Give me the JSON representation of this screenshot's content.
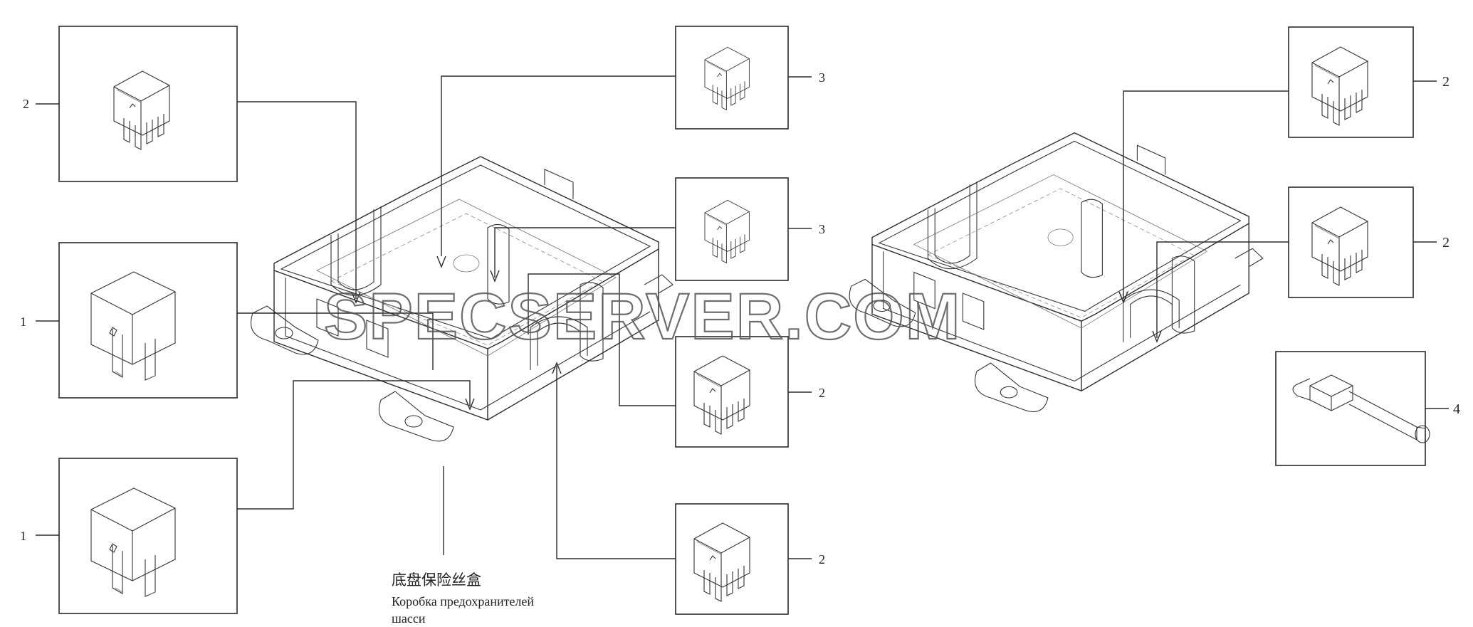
{
  "callouts": {
    "left_top": "2",
    "left_mid": "1",
    "left_bottom": "1",
    "mid_top": "3",
    "mid_second": "3",
    "mid_third": "2",
    "mid_bottom": "2",
    "right_top": "2",
    "right_mid": "2",
    "right_sensor": "4"
  },
  "caption": {
    "chinese": "底盘保险丝盒",
    "russian_line1": "Коробка предохранителей",
    "russian_line2": "шасси"
  },
  "watermark": "SPECSERVER.COM",
  "icons": {
    "relay": "relay-icon",
    "fuse_box": "fuse-box-icon",
    "sensor": "switch-sensor-icon"
  }
}
